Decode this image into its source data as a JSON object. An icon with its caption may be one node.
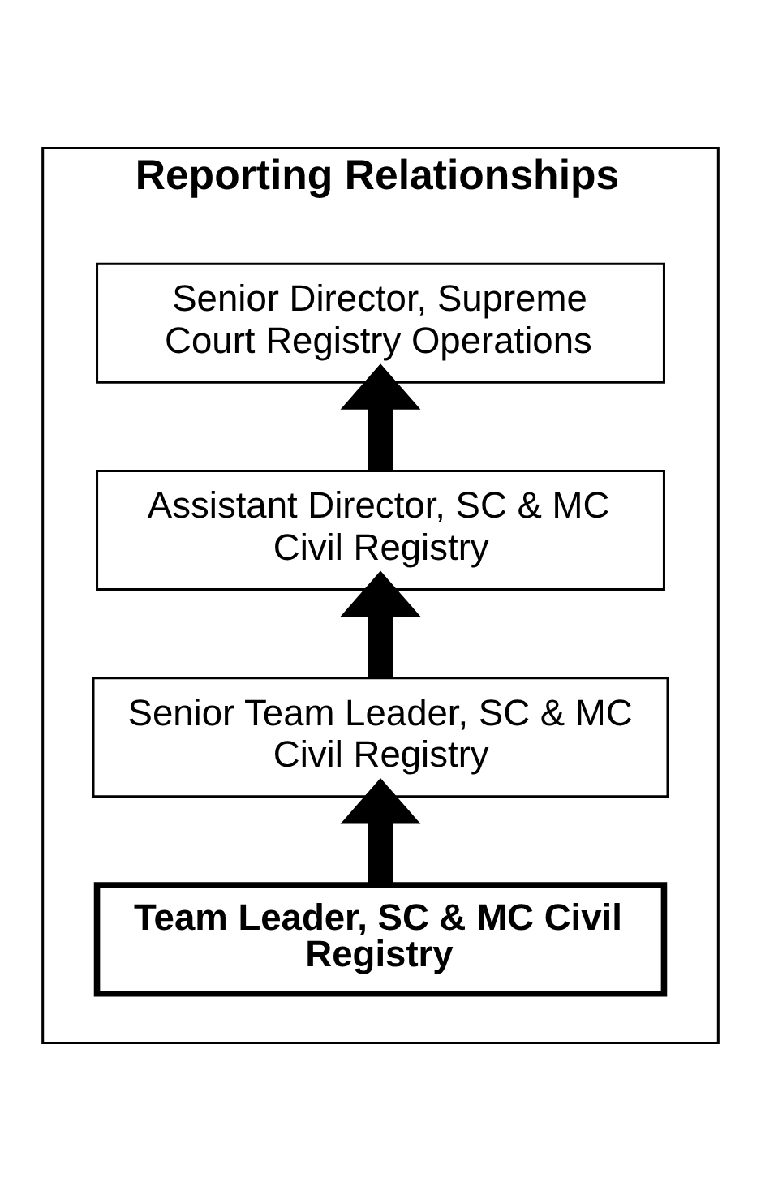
{
  "diagram": {
    "nodes": [
      {
        "text": [
          "Reporting Relationships"
        ]
      },
      {
        "text": [
          "Senior Director, Supreme Court Registry Operations"
        ],
        "in": 0
      },
      {
        "text": [
          "Assistant Director, SC & MC Civil Registry"
        ],
        "in": 0
      },
      {
        "text": [
          "Senior Team Leader, SC & MC Civil Registry"
        ],
        "in": 0
      },
      {
        "text": [
          "Team Leader, SC & MC Civil Registry"
        ],
        "in": 0
      }
    ],
    "edges": [
      {
        "from": 2,
        "to": 1,
        "arrow": "to"
      },
      {
        "from": 3,
        "to": 2,
        "arrow": "to"
      },
      {
        "from": 4,
        "to": 3,
        "arrow": "to"
      }
    ]
  }
}
